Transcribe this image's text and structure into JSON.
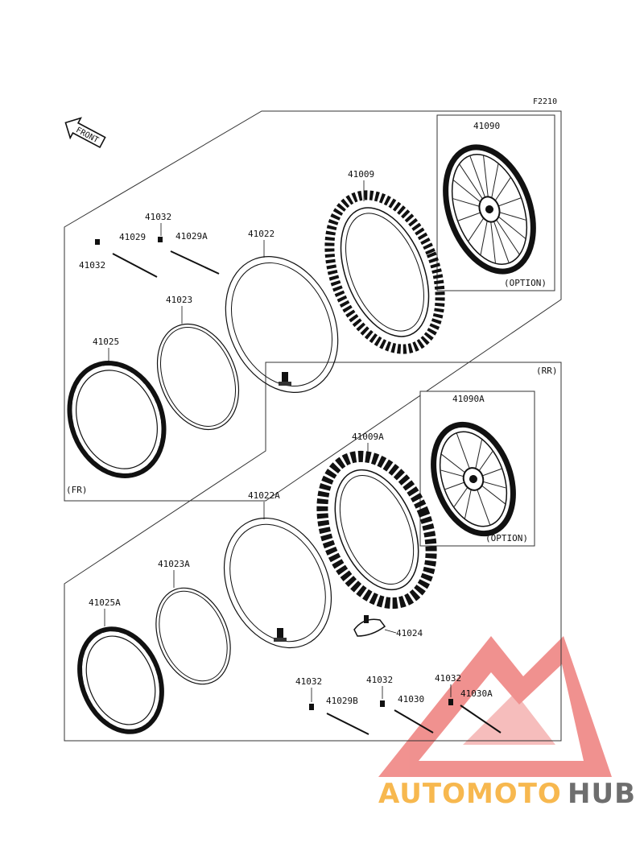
{
  "figure_code": "F2210",
  "front_arrow_text": "FRONT",
  "sections": {
    "front": {
      "tag": "(FR)"
    },
    "rear": {
      "tag": "(RR)"
    }
  },
  "options": {
    "front_option": "(OPTION)",
    "rear_option": "(OPTION)"
  },
  "parts": {
    "p41090": "41090",
    "p41009": "41009",
    "p41032_top": "41032",
    "p41029": "41029",
    "p41029A": "41029A",
    "p41032_left": "41032",
    "p41022": "41022",
    "p41023": "41023",
    "p41025": "41025",
    "p41090A": "41090A",
    "p41009A": "41009A",
    "p41022A": "41022A",
    "p41023A": "41023A",
    "p41025A": "41025A",
    "p41024": "41024",
    "p41032_r1": "41032",
    "p41029B": "41029B",
    "p41032_r2": "41032",
    "p41030": "41030",
    "p41032_r3": "41032",
    "p41030A": "41030A"
  },
  "watermark": {
    "part1": "AUTOMOTO",
    "part2": "HUB",
    "color1": "#f5a623",
    "color2": "#555555",
    "logo_color": "#e53935"
  }
}
